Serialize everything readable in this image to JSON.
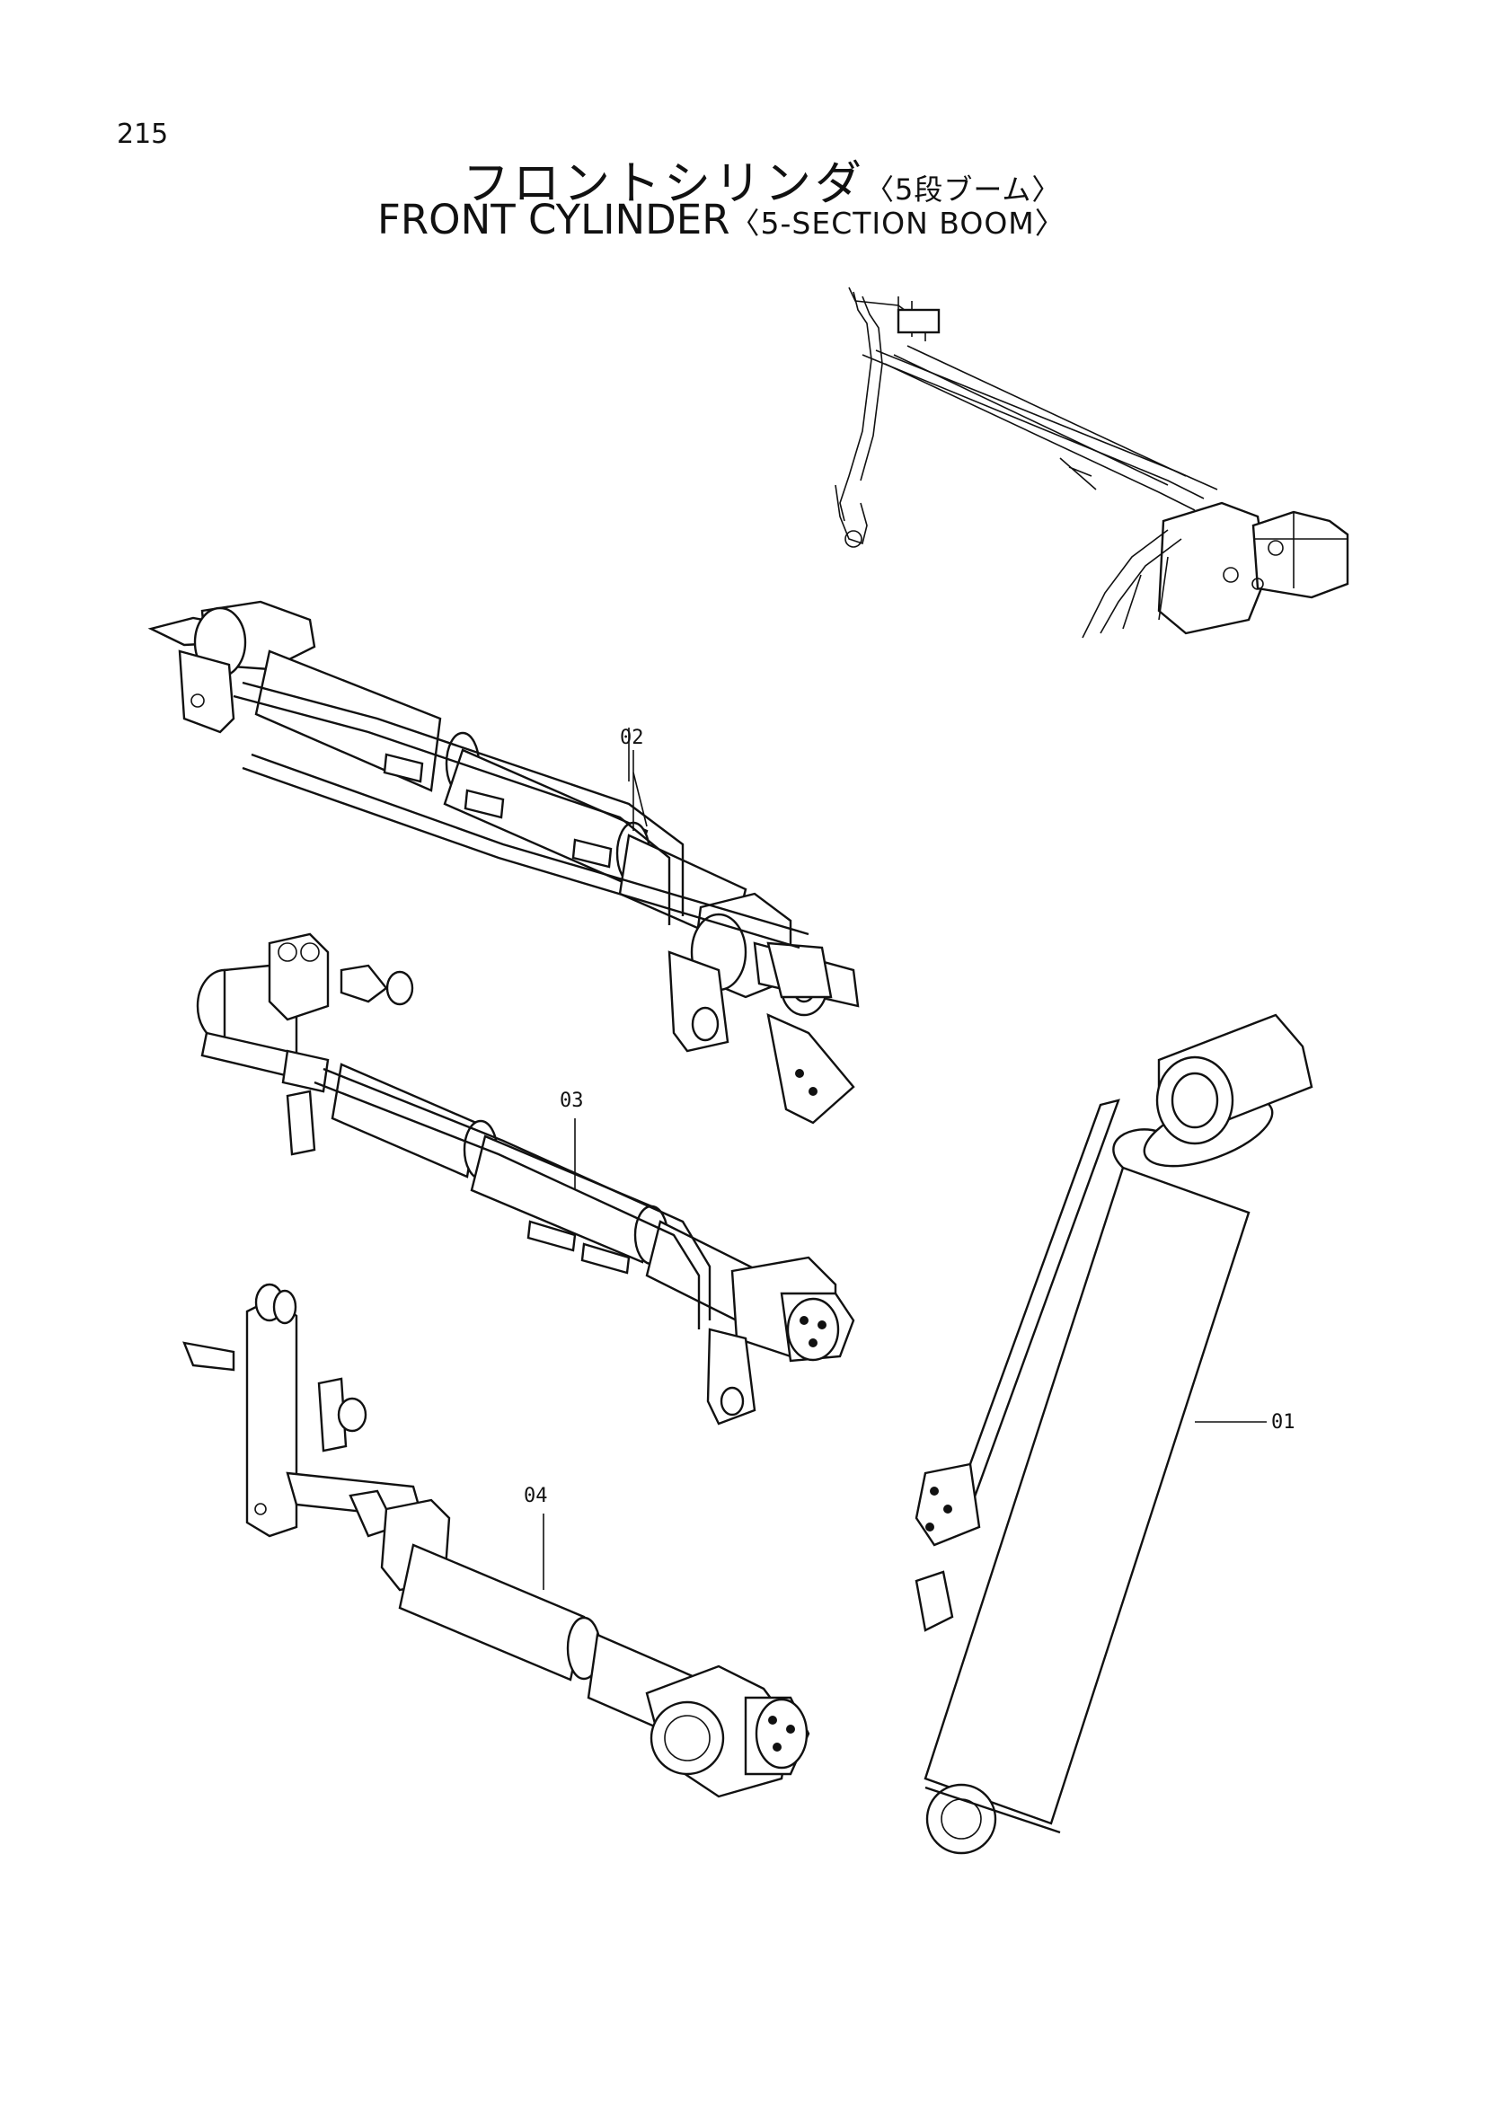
{
  "header": {
    "page_number": "215",
    "title_jp": "フロントシリンダ",
    "title_jp_sub": "〈5段ブーム〉",
    "title_en": "FRONT CYLINDER",
    "title_en_sub": "〈5-SECTION BOOM〉"
  },
  "callouts": {
    "c01": "01",
    "c02": "02",
    "c03": "03",
    "c04": "04"
  }
}
